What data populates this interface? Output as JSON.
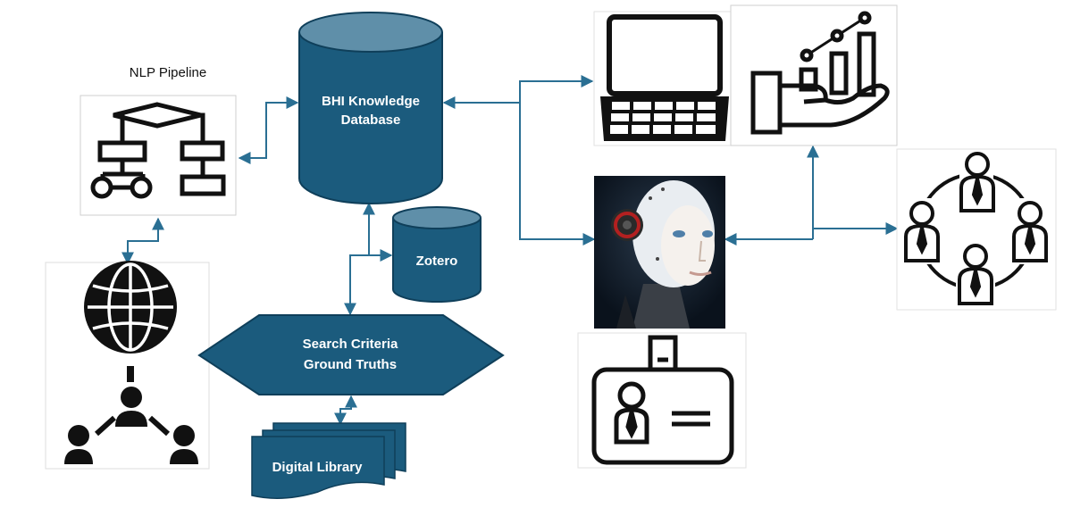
{
  "nodes": {
    "nlp_pipeline": {
      "label": "NLP Pipeline"
    },
    "bhi_database": {
      "line1": "BHI Knowledge",
      "line2": "Database"
    },
    "zotero": {
      "label": "Zotero"
    },
    "search_criteria": {
      "line1": "Search Criteria",
      "line2": "Ground Truths"
    },
    "digital_library": {
      "label": "Digital Library"
    }
  },
  "icons": [
    "flowchart-icon",
    "globe-network-icon",
    "laptop-icon",
    "growth-chart-hand-icon",
    "ai-robot-image",
    "user-group-circle-icon",
    "id-badge-icon"
  ],
  "colors": {
    "node_fill": "#1b5b7d",
    "node_stroke": "#0f3f5a",
    "connector": "#2a6f93",
    "icon_stroke": "#111111"
  }
}
